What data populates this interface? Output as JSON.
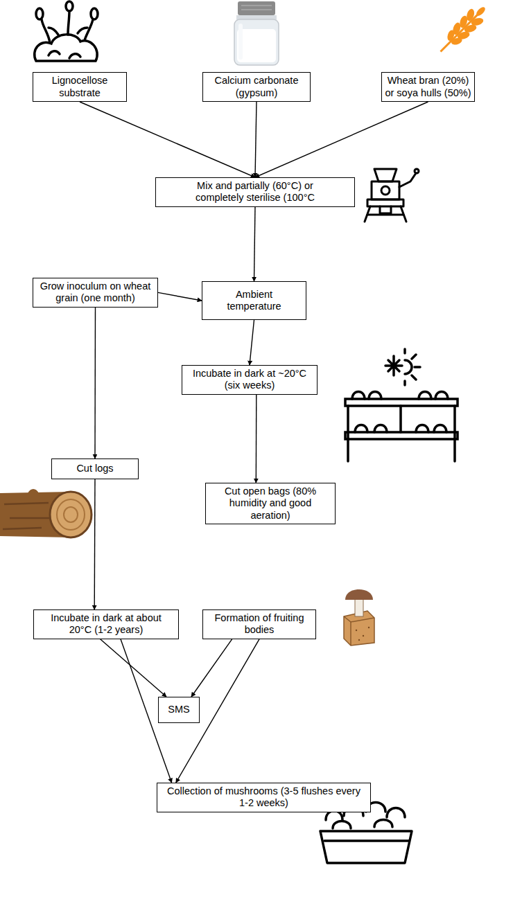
{
  "diagram": {
    "nodes": [
      {
        "text": [
          "Lignocellose substrate"
        ]
      },
      {
        "text": [
          "Calcium carbonate (gypsum)"
        ]
      },
      {
        "text": [
          "Wheat bran (20%) or soya hulls (50%)"
        ]
      },
      {
        "text": [
          "Mix and partially (60°C) or completely sterilise (100°C"
        ]
      },
      {
        "text": [
          "Grow inoculum on wheat grain (one month)"
        ]
      },
      {
        "text": [
          "Ambient temperature"
        ]
      },
      {
        "text": [
          "Incubate in dark at ~20°C (six weeks)"
        ]
      },
      {
        "text": [
          "Cut logs"
        ]
      },
      {
        "text": [
          "Cut open bags (80% humidity and good aeration)"
        ]
      },
      {
        "text": [
          "Incubate in dark at about 20°C (1-2 years)"
        ]
      },
      {
        "text": [
          "Formation of fruiting bodies"
        ]
      },
      {
        "text": [
          "SMS"
        ]
      },
      {
        "text": [
          "Collection of mushrooms (3-5 flushes every 1-2 weeks)"
        ]
      }
    ],
    "edges": [
      {
        "from": 0,
        "to": 3,
        "arrow": "to"
      },
      {
        "from": 1,
        "to": 3,
        "arrow": "to"
      },
      {
        "from": 2,
        "to": 3,
        "arrow": "to"
      },
      {
        "from": 3,
        "to": 5,
        "arrow": "to"
      },
      {
        "from": 4,
        "to": 5,
        "arrow": "to"
      },
      {
        "from": 4,
        "to": 7,
        "arrow": "to"
      },
      {
        "from": 5,
        "to": 6,
        "arrow": "to"
      },
      {
        "from": 6,
        "to": 8,
        "arrow": "to"
      },
      {
        "from": 7,
        "to": 9,
        "arrow": "to"
      },
      {
        "from": 9,
        "to": 11,
        "arrow": "to"
      },
      {
        "from": 9,
        "to": 12,
        "arrow": "to"
      },
      {
        "from": 10,
        "to": 11,
        "arrow": "to"
      },
      {
        "from": 10,
        "to": 12,
        "arrow": "to"
      }
    ]
  }
}
